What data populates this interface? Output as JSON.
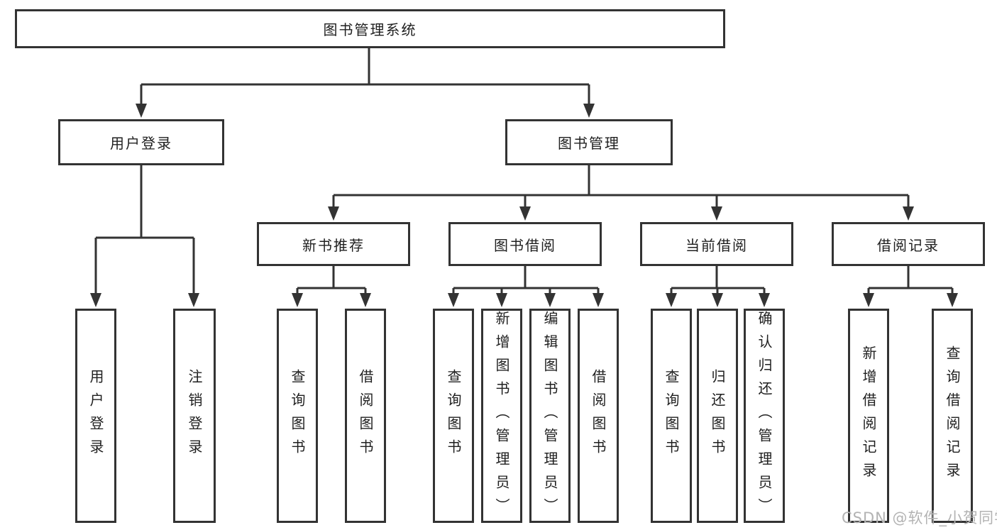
{
  "tree": {
    "root": "图书管理系统",
    "children": [
      {
        "label": "用户登录",
        "children": [
          {
            "label": "用户登录"
          },
          {
            "label": "注销登录"
          }
        ]
      },
      {
        "label": "图书管理",
        "children": [
          {
            "label": "新书推荐",
            "children": [
              {
                "label": "查询图书"
              },
              {
                "label": "借阅图书"
              }
            ]
          },
          {
            "label": "图书借阅",
            "children": [
              {
                "label": "查询图书"
              },
              {
                "label": "新增图书（管理员）"
              },
              {
                "label": "编辑图书（管理员）"
              },
              {
                "label": "借阅图书"
              }
            ]
          },
          {
            "label": "当前借阅",
            "children": [
              {
                "label": "查询图书"
              },
              {
                "label": "归还图书"
              },
              {
                "label": "确认归还（管理员）"
              }
            ]
          },
          {
            "label": "借阅记录",
            "children": [
              {
                "label": "新增借阅记录"
              },
              {
                "label": "查询借阅记录"
              }
            ]
          }
        ]
      }
    ]
  },
  "watermark": {
    "text": "CSDN @软件_小贺同学"
  },
  "colors": {
    "line": "#333333",
    "box_border": "#333333",
    "text": "#1f1f1f",
    "watermark": "#b3b3b3",
    "background": "#ffffff"
  }
}
